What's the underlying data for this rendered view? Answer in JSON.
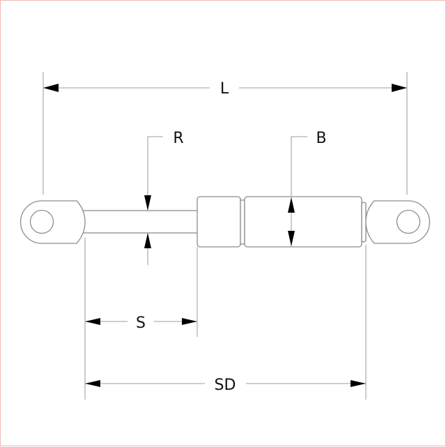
{
  "diagram": {
    "subject": "gas spring dimension drawing",
    "colors": {
      "outline": "#8c8c8c",
      "dimension_line": "#b0b0b0",
      "arrowhead": "#000000",
      "frame_border": "#f2b8b8",
      "background": "#ffffff"
    },
    "dimensions": {
      "L": {
        "label": "L",
        "meaning": "overall length"
      },
      "R": {
        "label": "R",
        "meaning": "rod diameter"
      },
      "B": {
        "label": "B",
        "meaning": "body diameter"
      },
      "S": {
        "label": "S",
        "meaning": "stroke"
      },
      "SD": {
        "label": "SD",
        "meaning": "body length"
      }
    }
  }
}
